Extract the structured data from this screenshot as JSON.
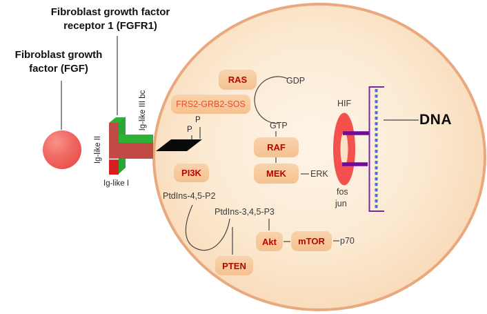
{
  "titles": {
    "receptor_line1": "Fibroblast growth factor",
    "receptor_line2": "receptor 1 (FGFR1)",
    "ligand_line1": "Fibroblast growth",
    "ligand_line2": "factor (FGF)"
  },
  "receptor": {
    "ig_like_2": "Ig-like II",
    "ig_like_3": "Ig-like III bc",
    "ig_like_1": "Ig-like I",
    "phospho_1": "P",
    "phospho_2": "P"
  },
  "nodes": {
    "ras": "RAS",
    "frs2": "FRS2-GRB2-SOS",
    "raf": "RAF",
    "mek": "MEK",
    "pi3k": "PI3K",
    "akt": "Akt",
    "mtor": "mTOR",
    "pten": "PTEN"
  },
  "labels": {
    "gdp": "GDP",
    "gtp": "GTP",
    "erk": "ERK",
    "hif": "HIF",
    "fos": "fos",
    "jun": "jun",
    "p70": "p70",
    "pip2": "PtdIns-4,5-P2",
    "pip3": "PtdIns-3,4,5-P3",
    "dna": "DNA"
  },
  "colors": {
    "cell_fill": "#fbe7cd",
    "cell_border": "#e9a87d",
    "node_fill": "#f7c99d",
    "node_text_red": "#c00000",
    "frs2_text_orange": "#e0512c",
    "receptor_green": "#2eb135",
    "receptor_red": "#c24a44",
    "receptor_red_bright": "#d61f1f",
    "ligand_red": "#ee5a55",
    "hif_ring_red": "#f4504e",
    "purple": "#70099c",
    "dna_dots_blue": "#4e74c8",
    "membrane_black": "#0a0a0a"
  }
}
